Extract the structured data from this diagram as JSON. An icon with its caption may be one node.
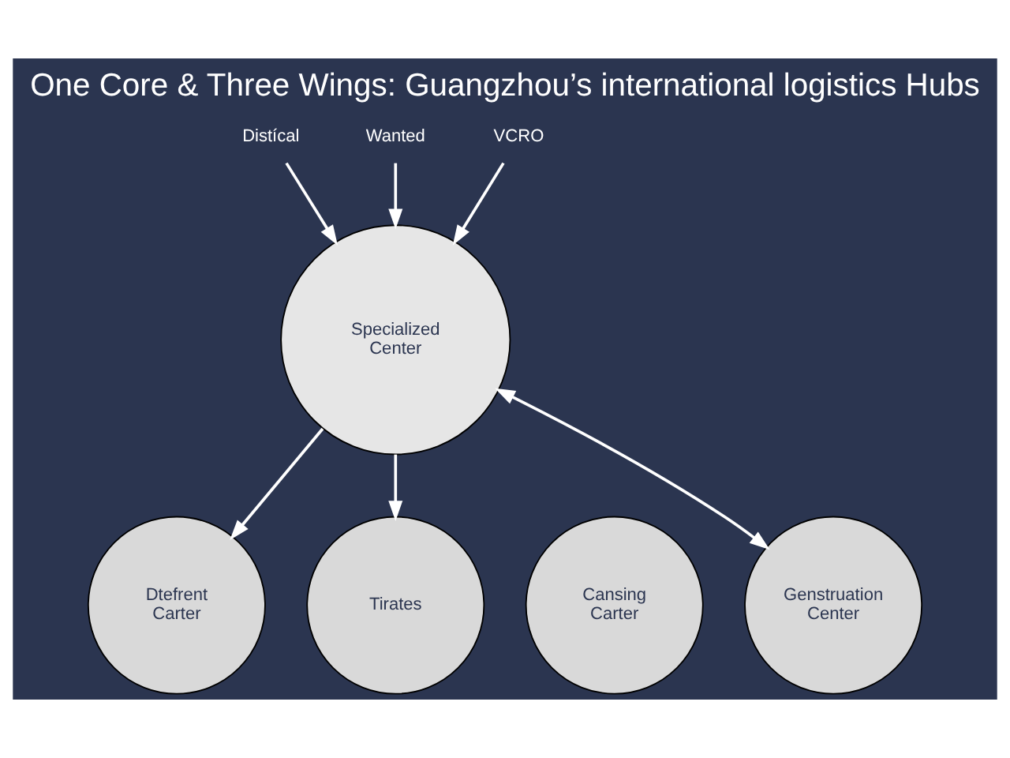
{
  "diagram": {
    "title": "One Core & Three Wings: Guangzhou’s international logistics Hubs",
    "nodes": [
      {
        "text": [
          "Specialized Center"
        ]
      },
      {
        "text": [
          "Distícal"
        ]
      },
      {
        "text": [
          "Wanted"
        ]
      },
      {
        "text": [
          "VCRO"
        ]
      },
      {
        "text": [
          "Dtefrent Carter"
        ]
      },
      {
        "text": [
          "Tirates"
        ]
      },
      {
        "text": [
          "Cansing Carter"
        ]
      },
      {
        "text": [
          "Genstruation Center"
        ]
      }
    ],
    "edges": [
      {
        "from": 1,
        "to": 0,
        "arrow": "to"
      },
      {
        "from": 2,
        "to": 0,
        "arrow": "to"
      },
      {
        "from": 3,
        "to": 0,
        "arrow": "to"
      },
      {
        "from": 0,
        "to": 4,
        "arrow": "to"
      },
      {
        "from": 0,
        "to": 5,
        "arrow": "to"
      },
      {
        "from": 0,
        "to": 7,
        "arrow": "both"
      }
    ]
  }
}
